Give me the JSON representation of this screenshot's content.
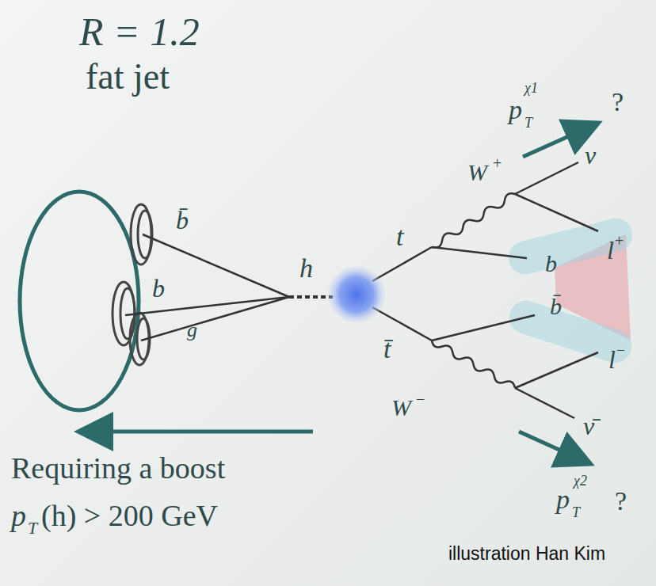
{
  "diagram": {
    "labels": [
      "R = 1.2",
      "fat jet",
      "b̄",
      "b",
      "g",
      "h",
      "t",
      "t̄",
      "W",
      "+",
      "b",
      "ν",
      "l",
      "+",
      "b̄",
      "l",
      "−",
      "W",
      "−",
      "ν̄",
      "p",
      "T",
      "χ1",
      "?",
      "p",
      "T",
      "χ2",
      "?",
      "Requiring a boost",
      "p",
      "T",
      "(h) > 200 GeV",
      "illustration Han Kim"
    ]
  }
}
